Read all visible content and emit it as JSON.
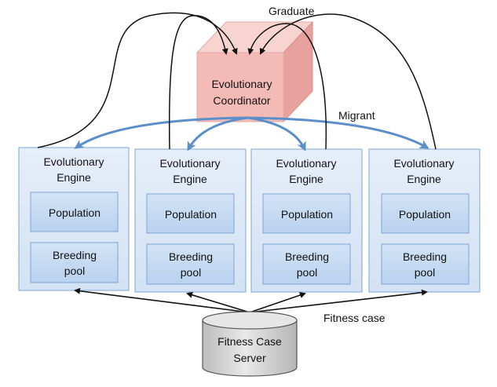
{
  "coordinator": {
    "line1": "Evolutionary",
    "line2": "Coordinator"
  },
  "engines": [
    {
      "title1": "Evolutionary",
      "title2": "Engine",
      "population": "Population",
      "breeding1": "Breeding",
      "breeding2": "pool"
    },
    {
      "title1": "Evolutionary",
      "title2": "Engine",
      "population": "Population",
      "breeding1": "Breeding",
      "breeding2": "pool"
    },
    {
      "title1": "Evolutionary",
      "title2": "Engine",
      "population": "Population",
      "breeding1": "Breeding",
      "breeding2": "pool"
    },
    {
      "title1": "Evolutionary",
      "title2": "Engine",
      "population": "Population",
      "breeding1": "Breeding",
      "breeding2": "pool"
    }
  ],
  "server": {
    "line1": "Fitness Case",
    "line2": "Server"
  },
  "edge_labels": {
    "graduate": "Graduate",
    "migrant": "Migrant",
    "fitness_case": "Fitness case"
  },
  "colors": {
    "engine_fill": "#dce8f6",
    "engine_border": "#7da6d4",
    "inner_fill": "#c6daf1",
    "coordinator_front": "#f4b9b5",
    "coordinator_top": "#f8d2cf",
    "coordinator_side": "#e69a95",
    "migrant_arrow": "#5b8fc9",
    "server_fill": "#d6d6d6"
  }
}
